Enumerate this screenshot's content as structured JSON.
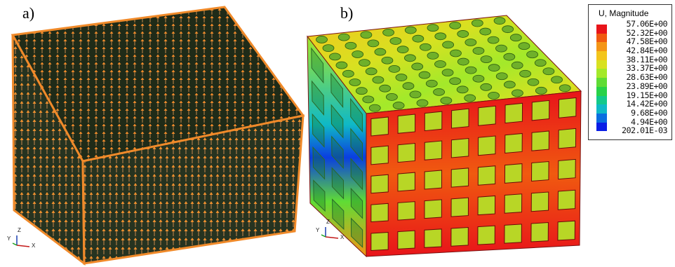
{
  "panels": {
    "a_label": "a)",
    "b_label": "b)"
  },
  "legend": {
    "title": "U, Magnitude",
    "values": [
      "57.06E+00",
      "52.32E+00",
      "47.58E+00",
      "42.84E+00",
      "38.11E+00",
      "33.37E+00",
      "28.63E+00",
      "23.89E+00",
      "19.15E+00",
      "14.42E+00",
      "9.68E+00",
      "4.94E+00",
      "202.01E-03"
    ],
    "colors": [
      "#e8141a",
      "#f05a10",
      "#f49516",
      "#f3c51c",
      "#d8e121",
      "#a3e92a",
      "#5fdc35",
      "#28d248",
      "#13c98a",
      "#0fb9c6",
      "#0a6ee0",
      "#0a1ee6"
    ]
  },
  "triad_a": {
    "x": "X",
    "y": "Y",
    "z": "Z"
  },
  "triad_b": {
    "x": "X",
    "y": "Y",
    "z": "Z"
  }
}
